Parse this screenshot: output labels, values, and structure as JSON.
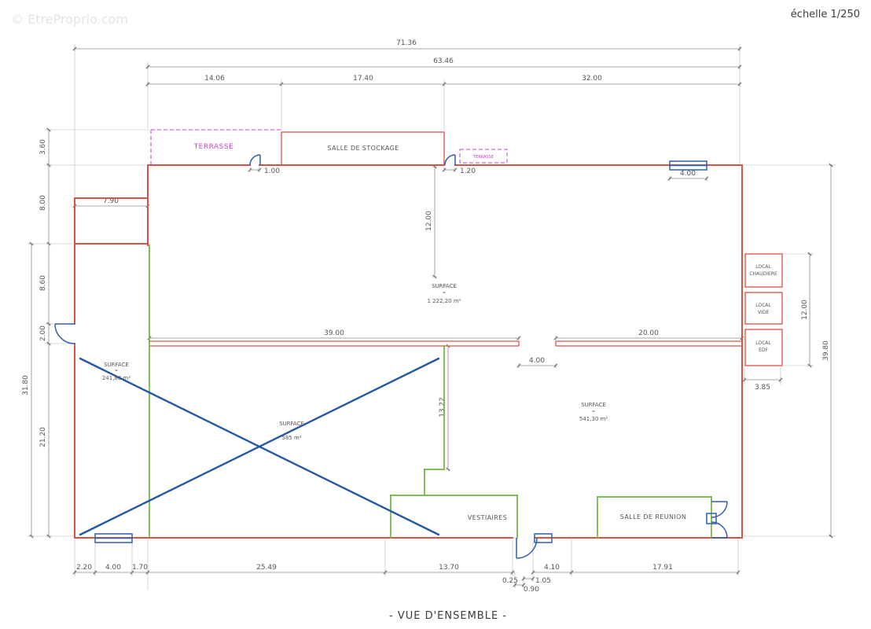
{
  "meta": {
    "watermark": "© EtreProprio.com",
    "scale": "échelle 1/250",
    "title": "- VUE D'ENSEMBLE -"
  },
  "colors": {
    "wall_red": "#dd5044",
    "wall_green": "#6fb53e",
    "terrace_magenta": "#cc3fcc",
    "feature_blue": "#2f5fae",
    "dimension_gray": "#8c8c8c",
    "watermark_gray": "#e3e3e3"
  },
  "rooms": {
    "stockage": {
      "label": "SALLE DE STOCKAGE"
    },
    "terrasse": {
      "label": "TERRASSE"
    },
    "terrasse_small": {
      "label": "TERRASSE"
    },
    "vestiaires": {
      "label": "VESTIAIRES"
    },
    "reunion": {
      "label": "SALLE DE REUNION"
    },
    "local_chaudiere": {
      "line1": "LOCAL",
      "line2": "CHAUDIERE"
    },
    "local_vide": {
      "line1": "LOCAL",
      "line2": "VIDE"
    },
    "local_edf": {
      "line1": "LOCAL",
      "line2": "EDF"
    }
  },
  "surfaces": {
    "eq": "=",
    "s1": {
      "label": "SURFACE",
      "area": "1 222,20 m²"
    },
    "s2": {
      "label": "SURFACE",
      "area": "241,80 m²"
    },
    "s3": {
      "label": "SURFACE",
      "area": "585 m²"
    },
    "s4": {
      "label": "SURFACE",
      "area": "541,30 m²"
    }
  },
  "dims": {
    "top": {
      "total": "71.36",
      "inner": "63.46",
      "a": "14.06",
      "b": "17.40",
      "c": "32.00"
    },
    "left": {
      "a": "3.60",
      "b": "8.00",
      "c": "7.90",
      "d": "8.60",
      "e": "2.00",
      "total": "31.80",
      "f": "21.20"
    },
    "right": {
      "a": "12.00",
      "total": "39.80",
      "b": "3.85"
    },
    "bottom": {
      "a": "2.20",
      "b": "4.00",
      "c": "1.70",
      "d": "25.49",
      "e": "13.70",
      "f": "0.25",
      "g": "0.90",
      "h": "1.05",
      "i": "4.10",
      "j": "17.91"
    },
    "interior": {
      "door1": "1.00",
      "door2": "1.20",
      "window": "4.00",
      "depth": "12.00",
      "wall_left": "39.00",
      "wall_right": "20.00",
      "opening": "4.00",
      "mid": "13.22"
    }
  }
}
